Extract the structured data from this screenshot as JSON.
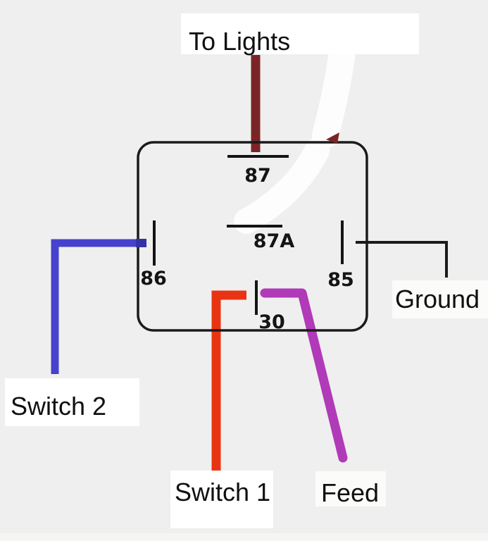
{
  "canvas": {
    "bg": "#efefef"
  },
  "relay": {
    "pins": [
      {
        "label": "87"
      },
      {
        "label": "87A"
      },
      {
        "label": "86"
      },
      {
        "label": "85"
      },
      {
        "label": "30"
      }
    ]
  },
  "wires": [
    {
      "name": "to-lights-wire",
      "color": "#7b2427"
    },
    {
      "name": "switch2-wire",
      "color": "#4642cd",
      "tip_color": "#3731a8"
    },
    {
      "name": "ground-wire",
      "color": "#1b1b1b"
    },
    {
      "name": "switch1-wire",
      "color": "#e93413"
    },
    {
      "name": "feed-wire",
      "color": "#b13ab8"
    },
    {
      "name": "erased-wire-arrowhead",
      "color": "#7b2427"
    }
  ],
  "labels": {
    "to_lights": "To Lights",
    "switch2": "Switch 2",
    "switch1": "Switch 1",
    "feed": "Feed",
    "ground": "Ground"
  }
}
